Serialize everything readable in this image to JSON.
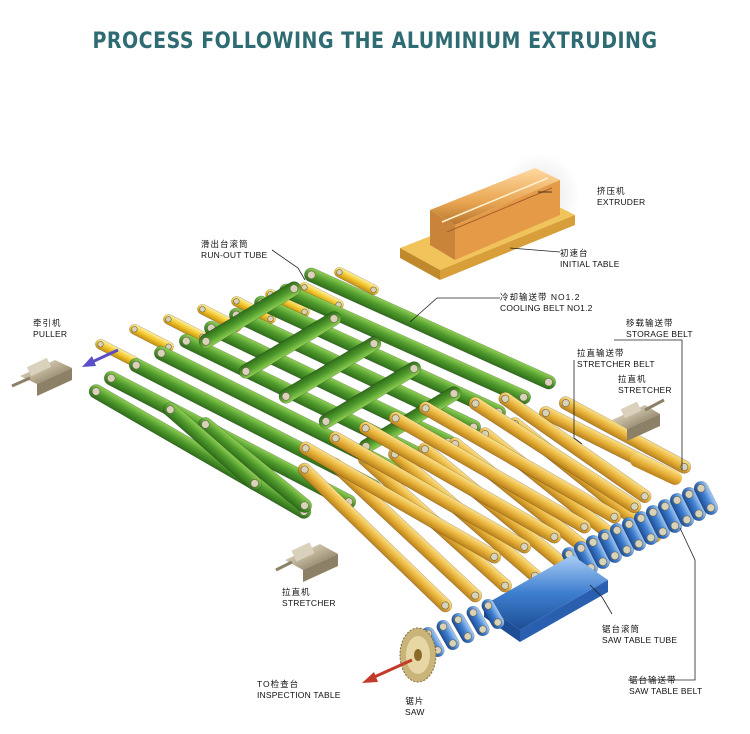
{
  "title": "PROCESS FOLLOWING THE ALUMINIUM EXTRUDING",
  "labels": {
    "extruder": {
      "zh": "挤压机",
      "en": "EXTRUDER"
    },
    "initial_table": {
      "zh": "初速台",
      "en": "INITIAL TABLE"
    },
    "run_out_tube": {
      "zh": "滑出台滚筒",
      "en": "RUN-OUT TUBE"
    },
    "cooling_belt": {
      "zh": "冷却输送带 NO1.2",
      "en": "COOLING BELT NO1.2"
    },
    "puller": {
      "zh": "牵引机",
      "en": "PULLER"
    },
    "storage_belt": {
      "zh": "移载输送带",
      "en": "STORAGE BELT"
    },
    "stretcher_belt": {
      "zh": "拉直输送带",
      "en": "STRETCHER BELT"
    },
    "stretcher_right": {
      "zh": "拉直机",
      "en": "STRETCHER"
    },
    "stretcher_left": {
      "zh": "拉直机",
      "en": "STRETCHER"
    },
    "saw_table_tube": {
      "zh": "锯台滚筒",
      "en": "SAW TABLE TUBE"
    },
    "inspection_table": {
      "zh": "TO检查台",
      "en": "INSPECTION TABLE"
    },
    "saw": {
      "zh": "锯片",
      "en": "SAW"
    },
    "saw_table_belt": {
      "zh": "锯台输送带",
      "en": "SAW TABLE BELT"
    }
  },
  "colors": {
    "title": "#2e6b73",
    "cooling_belt": "#4f9a2c",
    "stretcher_belt": "#e9b43a",
    "run_out_tube": "#f2c62c",
    "saw_table": "#3f7fd0",
    "extruder": "#e8a552",
    "arrow_puller": "#5a4fc8",
    "arrow_inspection": "#c23a2a"
  }
}
